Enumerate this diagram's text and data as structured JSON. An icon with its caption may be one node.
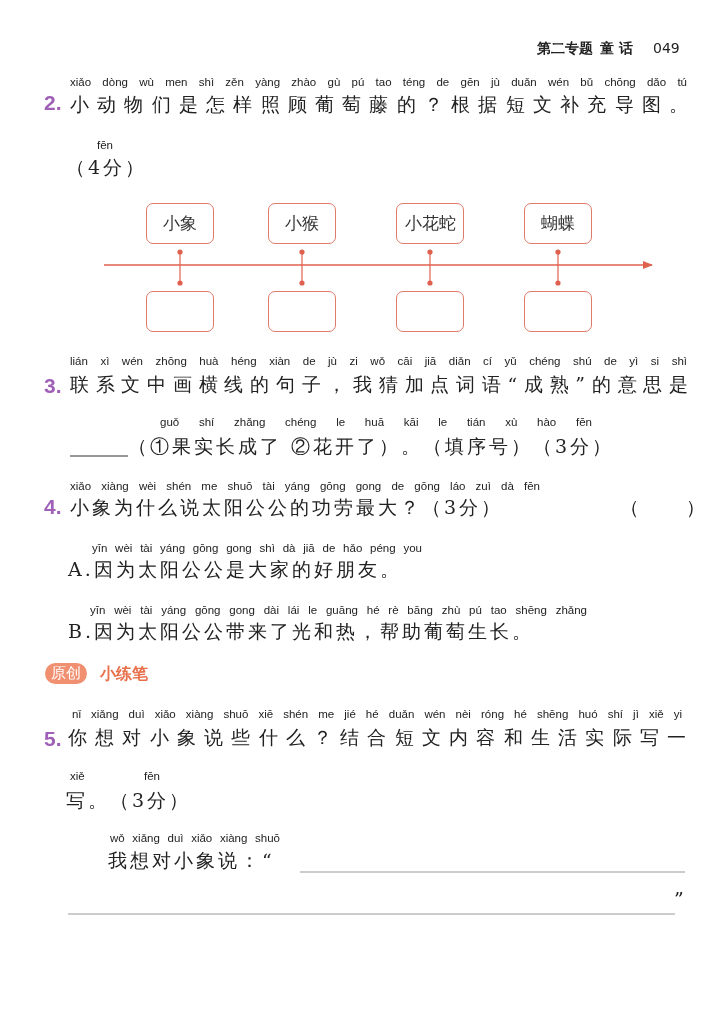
{
  "diagram": {
    "nodes": [
      {
        "text": [
          "小象"
        ]
      },
      {
        "text": [
          "小猴"
        ]
      },
      {
        "text": [
          "小花蛇"
        ]
      },
      {
        "text": [
          "蝴蝶"
        ]
      },
      {
        "text": [],
        "shape": "box"
      },
      {
        "text": [],
        "shape": "box"
      },
      {
        "text": [],
        "shape": "box"
      },
      {
        "text": [],
        "shape": "box"
      }
    ],
    "edges": [
      {
        "from": 0,
        "to": 4,
        "arrow": "other"
      },
      {
        "from": 1,
        "to": 5,
        "arrow": "other"
      },
      {
        "from": 2,
        "to": 6,
        "arrow": "other"
      },
      {
        "from": 3,
        "to": 7,
        "arrow": "other"
      }
    ],
    "labels": [
      "第二专题",
      "童 话",
      "049",
      "2.",
      "xiǎo dòng wù men shì zěn yàng zhào gù pú tao téng de gēn jù duǎn wén bǔ chōng dǎo tú",
      "小动物们是怎样照顾葡萄藤的？根据短文补充导图。",
      "fēn",
      "（4分）",
      "3.",
      "lián xì wén zhōng huà héng xiàn de jù zi wǒ cāi jiā diǎn cí yǔ chéng shú de yì si shì",
      "联系文中画横线的句子，我猜加点词语“成熟”的意思是",
      "guǒ shí zhǎng chéng le huā kāi le tián xù hào fēn",
      "（①果实长成了 ②花开了）。（填序号）（3分）",
      "4.",
      "xiǎo xiàng wèi shén me shuō tài yáng gōng gong de gōng láo zuì dà fēn",
      "小象为什么说太阳公公的功劳最大？（3分）",
      "（　　）",
      "yīn wèi tài yáng gōng gong shì dà jiā de hǎo péng you",
      "A.因为太阳公公是大家的好朋友。",
      "yīn wèi tài yáng gōng gong dài lái le guāng hé rè bāng zhù pú tao shēng zhǎng",
      "B.因为太阳公公带来了光和热，帮助葡萄生长。",
      "原创",
      "小练笔",
      "5.",
      "nǐ xiǎng duì xiǎo xiàng shuō xiē shén me jié hé duǎn wén nèi róng hé shēng huó shí jì xiě yi",
      "你想对小象说些什么？结合短文内容和生活实际写一",
      "xiě fēn",
      "写。（3分）",
      "wǒ xiǎng duì xiǎo xiàng shuō",
      "我想对小象说：“",
      "”"
    ]
  }
}
